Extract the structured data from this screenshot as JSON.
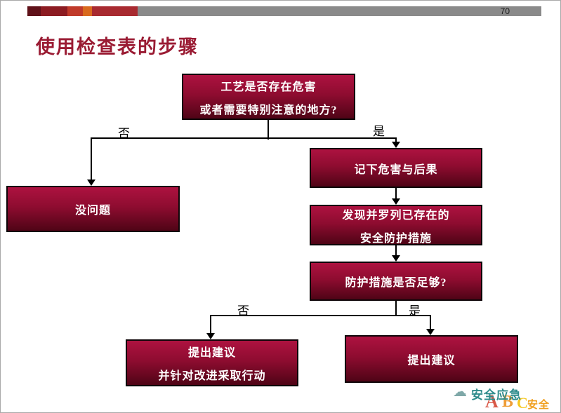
{
  "page_number": "70",
  "title": "使用检查表的步骤",
  "flowchart": {
    "nodes": {
      "q1": {
        "line1": "工艺是否存在危害",
        "line2": "或者需要特别注意的地方?"
      },
      "no_problem": {
        "line1": "没问题"
      },
      "record_hazard": {
        "line1": "记下危害与后果"
      },
      "list_safeguards": {
        "line1": "发现并罗列已存在的",
        "line2": "安全防护措施"
      },
      "q2": {
        "line1": "防护措施是否足够?"
      },
      "suggest_and_act": {
        "line1": "提出建议",
        "line2": "并针对改进采取行动"
      },
      "suggest": {
        "line1": "提出建议"
      }
    },
    "branch_labels": {
      "q1_no": "否",
      "q1_yes": "是",
      "q2_no": "否",
      "q2_yes": "是"
    }
  },
  "watermark": {
    "cloud_glyph": "☁",
    "brand": "安全应急",
    "letter_a": "A",
    "letter_b": "B",
    "letter_c": "C",
    "sub": "安全"
  },
  "colors": {
    "title": "#9a1b33",
    "box_gradient_top": "#ad1240",
    "box_gradient_bottom": "#4f0416",
    "box_border": "#0d0508",
    "bar_gray": "#8a8a8a",
    "watermark_teal": "#2e8b8b",
    "watermark_orange": "#f0a020"
  }
}
